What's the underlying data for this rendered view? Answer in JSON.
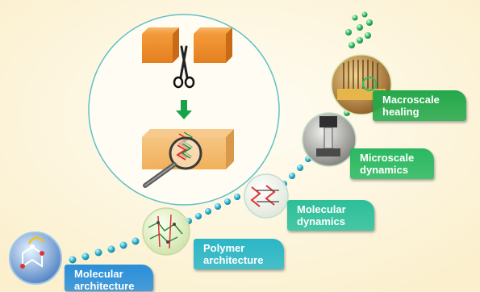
{
  "stages": [
    {
      "line1": "Molecular",
      "line2": "architecture",
      "color": "#2a8fd8"
    },
    {
      "line1": "Polymer",
      "line2": "architecture",
      "color": "#2bb6c6"
    },
    {
      "line1": "Molecular",
      "line2": "dynamics",
      "color": "#2cbf9a"
    },
    {
      "line1": "Microscale",
      "line2": "dynamics",
      "color": "#2ab861"
    },
    {
      "line1": "Macroscale",
      "line2": "healing",
      "color": "#24a84a"
    }
  ],
  "icons": {
    "cut": "scissors-icon",
    "inspect": "magnifier-icon",
    "direction": "arrow-down-icon"
  }
}
